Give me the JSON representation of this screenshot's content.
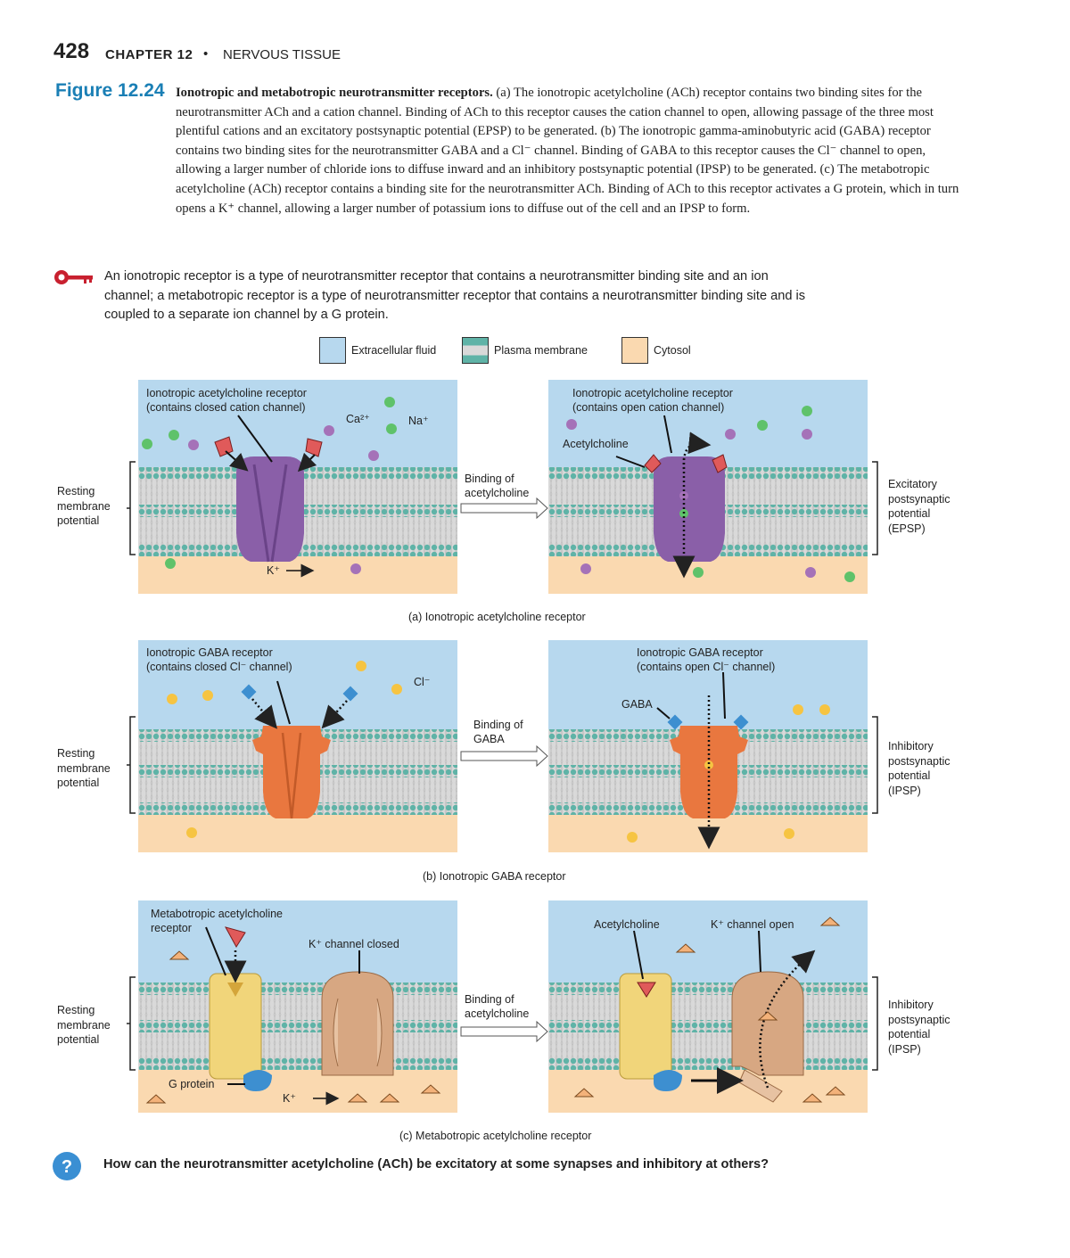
{
  "header": {
    "page_number": "428",
    "chapter": "CHAPTER 12",
    "separator": "•",
    "chapter_title": "NERVOUS TISSUE"
  },
  "figure": {
    "label": "Figure 12.24",
    "title": "Ionotropic and metabotropic neurotransmitter receptors.",
    "caption_lines": [
      "(a) The ionotropic acetylcholine (ACh) receptor contains",
      "two binding sites for the neurotransmitter ACh and a cation channel. Binding of ACh to this receptor causes the cation",
      "channel to open, allowing passage of the three most plentiful cations and an excitatory postsynaptic potential (EPSP)",
      "to be generated. (b) The ionotropic gamma-aminobutyric acid (GABA) receptor contains two binding sites for the",
      "neurotransmitter GABA and a Cl⁻ channel. Binding of GABA to this receptor causes the Cl⁻ channel to open, allowing a",
      "larger number of chloride ions to diffuse inward and an inhibitory postsynaptic potential (IPSP) to be generated. (c) The",
      "metabotropic acetylcholine (ACh) receptor contains a binding site for the neurotransmitter ACh. Binding of ACh to this",
      "receptor activates a G protein, which in turn opens a K⁺ channel, allowing a larger number of potassium ions to diffuse",
      "out of the cell and an IPSP to form."
    ]
  },
  "key_concept": {
    "lines": [
      "An ionotropic receptor is a type of neurotransmitter receptor that contains a neurotransmitter binding site and an ion",
      "channel; a metabotropic receptor is a type of neurotransmitter receptor that contains a neurotransmitter binding site and is",
      "coupled to a separate ion channel by a G protein."
    ]
  },
  "legend": {
    "extracellular": "Extracellular fluid",
    "membrane": "Plasma membrane",
    "cytosol": "Cytosol"
  },
  "colors": {
    "extracellular": "#b7d8ee",
    "cytosol": "#fad9b0",
    "membrane_head": "#5fb3a7",
    "membrane_tail": "#d9d9d9",
    "ach_receptor": "#8a5fa8",
    "gaba_receptor": "#e9773f",
    "metabotropic_receptor": "#f1d57a",
    "k_channel": "#d7a782",
    "g_protein": "#3d8fd0",
    "na_ion": "#5fc26a",
    "ca_ion": "#a572b8",
    "cl_ion": "#f6c442",
    "key_icon": "#c8202f",
    "question_icon": "#3a8fd3"
  },
  "panels": {
    "a": {
      "resting_label": [
        "Resting",
        "membrane",
        "potential"
      ],
      "left_title": [
        "Ionotropic acetylcholine receptor",
        "(contains closed cation channel)"
      ],
      "ca_label": "Ca²⁺",
      "na_label": "Na⁺",
      "k_label": "K⁺",
      "arrow_label": [
        "Binding of",
        "acetylcholine"
      ],
      "right_title": [
        "Ionotropic acetylcholine receptor",
        "(contains open cation channel)"
      ],
      "ach_label": "Acetylcholine",
      "result_label": [
        "Excitatory",
        "postsynaptic",
        "potential",
        "(EPSP)"
      ],
      "subcaption": "(a) Ionotropic acetylcholine receptor"
    },
    "b": {
      "resting_label": [
        "Resting",
        "membrane",
        "potential"
      ],
      "left_title": [
        "Ionotropic GABA receptor",
        "(contains closed Cl⁻ channel)"
      ],
      "cl_label": "Cl⁻",
      "arrow_label": [
        "Binding of",
        "GABA"
      ],
      "right_title": [
        "Ionotropic GABA receptor",
        "(contains open Cl⁻ channel)"
      ],
      "gaba_label": "GABA",
      "result_label": [
        "Inhibitory",
        "postsynaptic",
        "potential",
        "(IPSP)"
      ],
      "subcaption": "(b) Ionotropic GABA receptor"
    },
    "c": {
      "resting_label": [
        "Resting",
        "membrane",
        "potential"
      ],
      "left_title": [
        "Metabotropic acetylcholine",
        "receptor"
      ],
      "k_closed_label": "K⁺ channel closed",
      "g_protein_label": "G protein",
      "k_label": "K⁺",
      "arrow_label": [
        "Binding of",
        "acetylcholine"
      ],
      "ach_label": "Acetylcholine",
      "k_open_label": "K⁺ channel open",
      "result_label": [
        "Inhibitory",
        "postsynaptic",
        "potential",
        "(IPSP)"
      ],
      "subcaption": "(c) Metabotropic acetylcholine receptor"
    }
  },
  "question": "How can the neurotransmitter acetylcholine (ACh) be excitatory at some synapses and inhibitory at others?"
}
